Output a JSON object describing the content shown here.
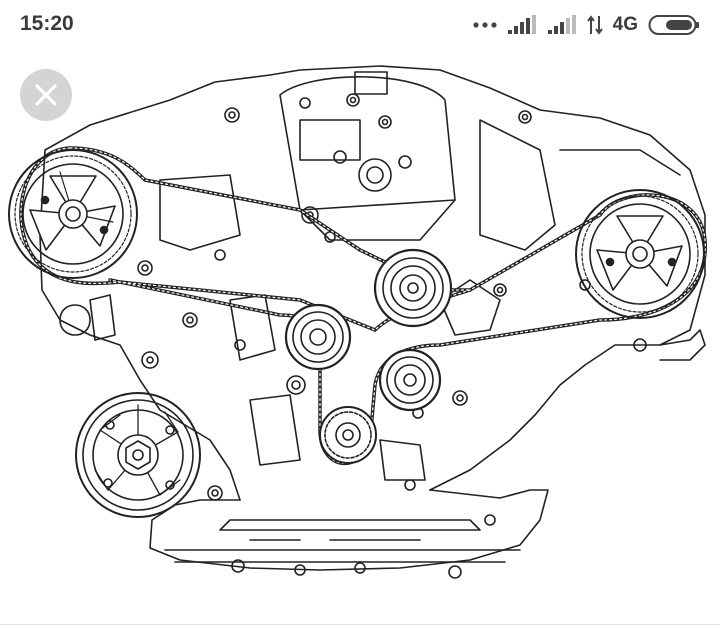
{
  "status_bar": {
    "time": "15:20",
    "network_type": "4G",
    "icons": [
      "more-dots-icon",
      "signal-icon",
      "signal-icon",
      "data-transfer-icon",
      "battery-icon"
    ]
  },
  "viewer": {
    "close_icon": "close-icon",
    "image_subject": "engine-timing-belt-diagram"
  },
  "colors": {
    "ink": "#222222",
    "close_button_bg": "#d4d4d4",
    "status_text": "#3a3a3a"
  }
}
